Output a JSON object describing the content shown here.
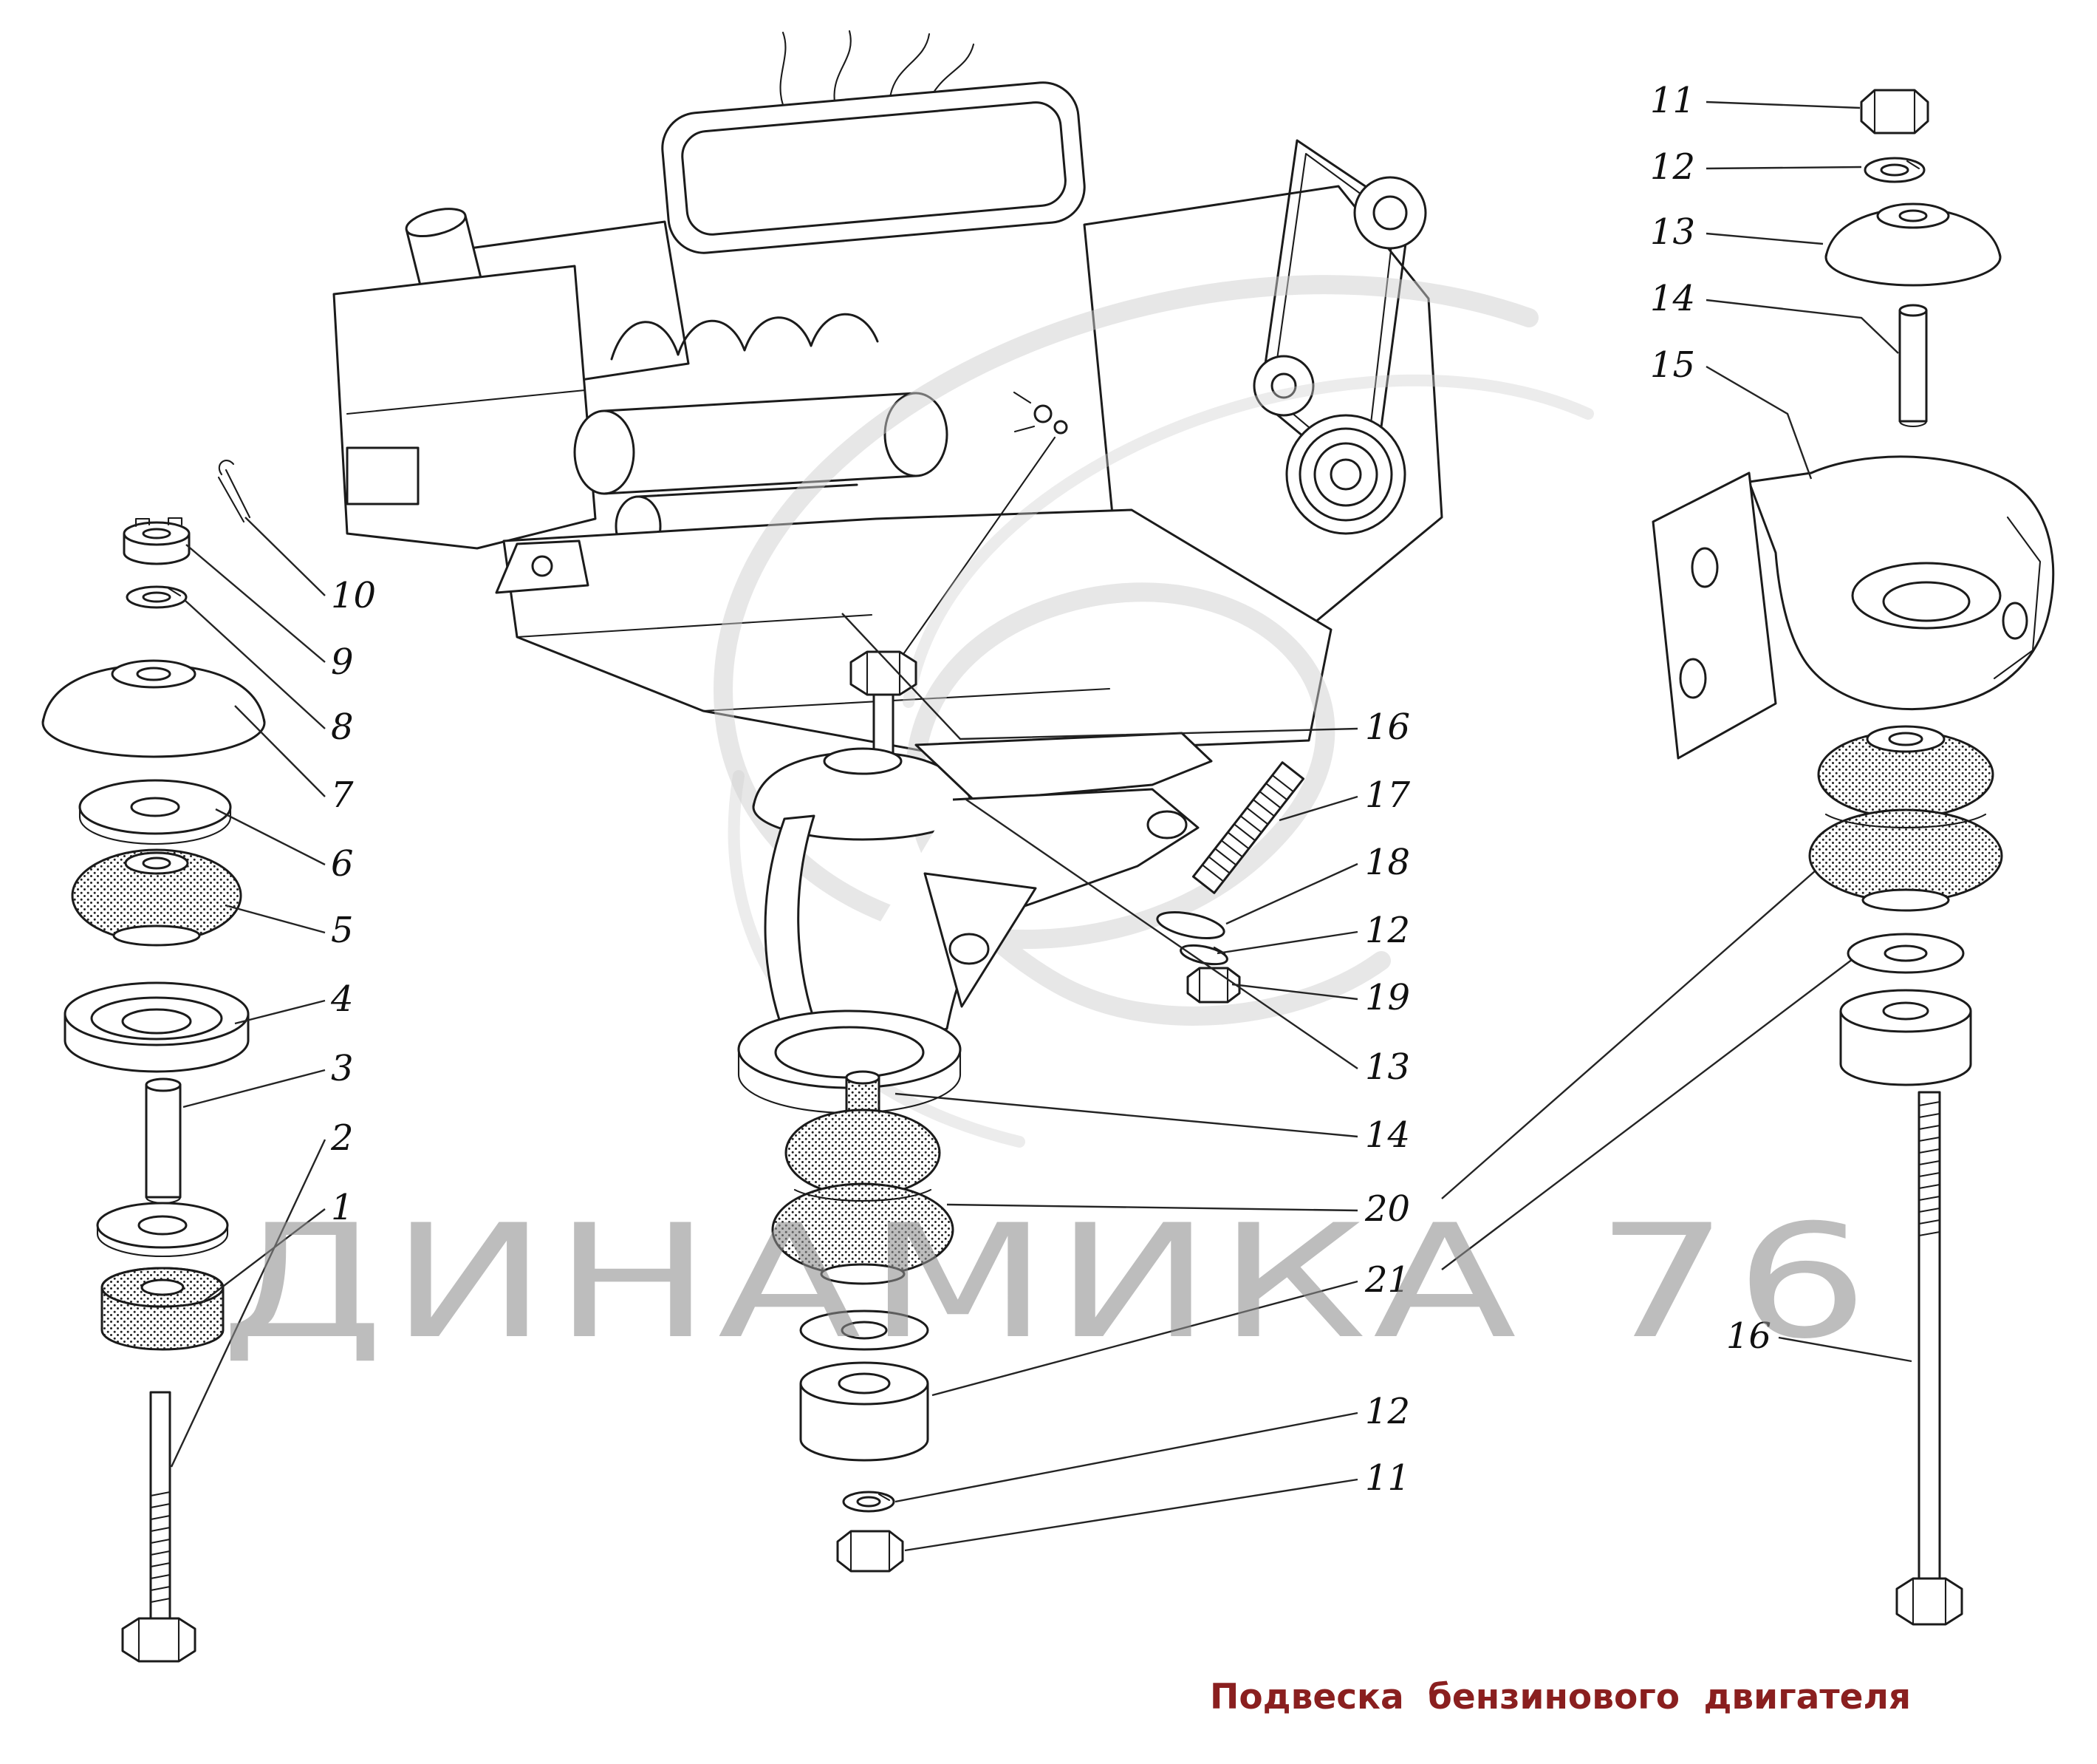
{
  "title": "Подвеска бензинового двигателя",
  "watermark": "ДИНАМИКА 76",
  "callouts": {
    "left": [
      "10",
      "9",
      "8",
      "7",
      "6",
      "5",
      "4",
      "3",
      "2",
      "1"
    ],
    "middle": [
      "16",
      "17",
      "18",
      "12",
      "19",
      "13",
      "14",
      "20",
      "21",
      "12",
      "11"
    ],
    "right": [
      "11",
      "12",
      "13",
      "14",
      "15",
      "16"
    ]
  }
}
